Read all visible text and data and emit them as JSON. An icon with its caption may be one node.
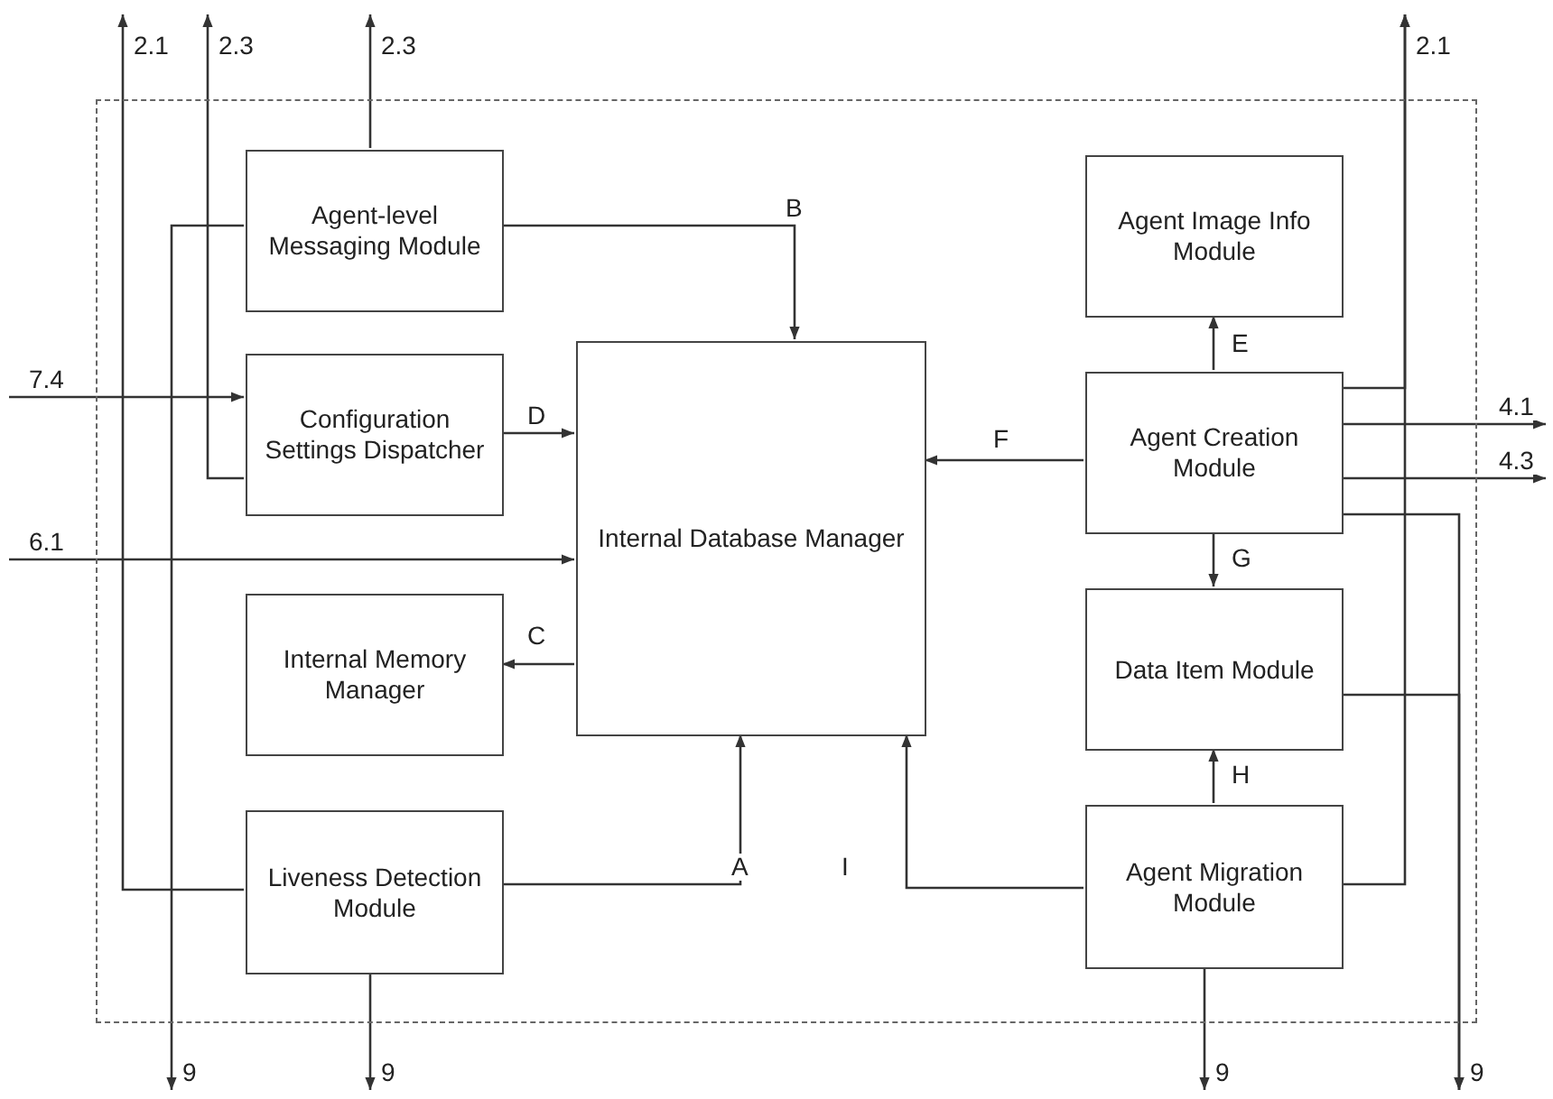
{
  "diagram": {
    "nodes": [
      {
        "text": [],
        "shape": "box"
      },
      {
        "text": [
          "Agent-level Messaging Module"
        ],
        "in": 0
      },
      {
        "text": [
          "Configuration Settings Dispatcher"
        ],
        "in": 0
      },
      {
        "text": [
          "Internal Database Manager"
        ],
        "in": 0
      },
      {
        "text": [
          "Internal Memory Manager"
        ],
        "in": 0
      },
      {
        "text": [
          "Liveness Detection Module"
        ],
        "in": 0
      },
      {
        "text": [
          "Agent Image Info Module"
        ],
        "in": 0
      },
      {
        "text": [
          "Agent Creation Module"
        ],
        "in": 0
      },
      {
        "text": [
          "Data Item Module"
        ],
        "in": 0
      },
      {
        "text": [
          "Agent Migration Module"
        ],
        "in": 0
      }
    ],
    "edges": [
      {
        "from": 1,
        "to": 3,
        "arrow": "to",
        "label": "B"
      },
      {
        "from": 2,
        "to": 3,
        "arrow": "to",
        "label": "D"
      },
      {
        "from": 3,
        "to": 4,
        "arrow": "to",
        "label": "C"
      },
      {
        "from": 5,
        "to": 3,
        "arrow": "to",
        "label": "A"
      },
      {
        "from": 7,
        "to": 6,
        "arrow": "to",
        "label": "E"
      },
      {
        "from": 7,
        "to": 3,
        "arrow": "to",
        "label": "F"
      },
      {
        "from": 7,
        "to": 8,
        "arrow": "to",
        "label": "G"
      },
      {
        "from": 9,
        "to": 8,
        "arrow": "to",
        "label": "H"
      },
      {
        "from": 9,
        "to": 3,
        "arrow": "to",
        "label": "I"
      },
      {
        "from": 5,
        "to": null,
        "arrow": "to",
        "label": "2.1"
      },
      {
        "from": 2,
        "to": null,
        "arrow": "to",
        "label": "2.3"
      },
      {
        "from": 1,
        "to": null,
        "arrow": "to",
        "label": "2.3"
      },
      {
        "from": null,
        "to": 2,
        "arrow": "to",
        "label": "7.4"
      },
      {
        "from": null,
        "to": 3,
        "arrow": "to",
        "label": "6.1"
      },
      {
        "from": 1,
        "to": null,
        "arrow": "to",
        "label": "9"
      },
      {
        "from": 5,
        "to": null,
        "arrow": "to",
        "label": "9"
      },
      {
        "from": 7,
        "to": null,
        "arrow": "to",
        "label": "2.1"
      },
      {
        "from": 9,
        "to": null,
        "arrow": "to"
      },
      {
        "from": 7,
        "to": null,
        "arrow": "to",
        "label": "4.1"
      },
      {
        "from": 7,
        "to": null,
        "arrow": "to",
        "label": "4.3"
      },
      {
        "from": 7,
        "to": null,
        "arrow": "to",
        "label": "9"
      },
      {
        "from": 8,
        "to": null,
        "arrow": "to"
      },
      {
        "from": 9,
        "to": null,
        "arrow": "to",
        "label": "9"
      }
    ]
  }
}
